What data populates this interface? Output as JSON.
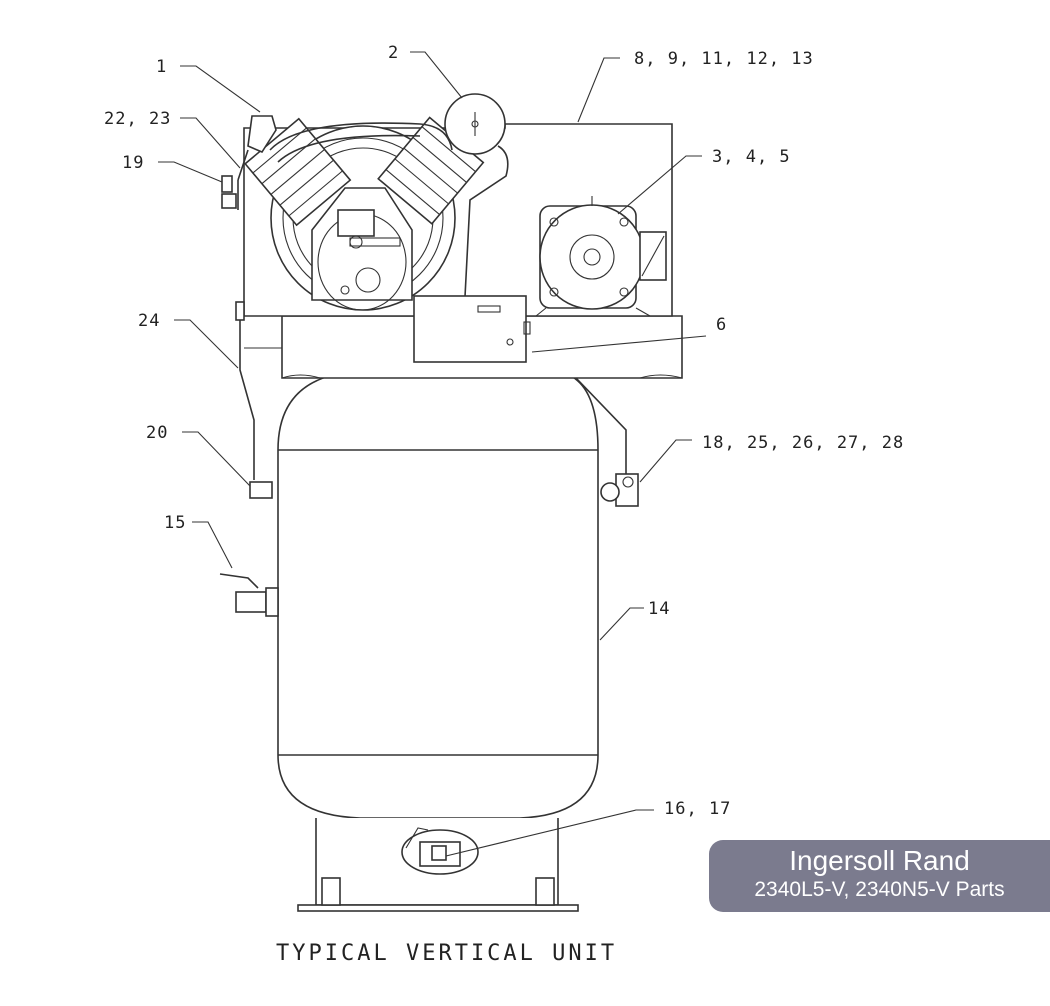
{
  "callouts": {
    "c1": "1",
    "c2": "2",
    "c8": "8, 9, 11, 12, 13",
    "c22": "22, 23",
    "c19": "19",
    "c3": "3, 4, 5",
    "c24": "24",
    "c6": "6",
    "c20": "20",
    "c18": "18, 25, 26, 27, 28",
    "c15": "15",
    "c14": "14",
    "c16": "16, 17"
  },
  "caption": "TYPICAL VERTICAL UNIT",
  "badge": {
    "brand": "Ingersoll Rand",
    "model": "2340L5-V, 2340N5-V Parts",
    "color": "#7b7b8e"
  }
}
